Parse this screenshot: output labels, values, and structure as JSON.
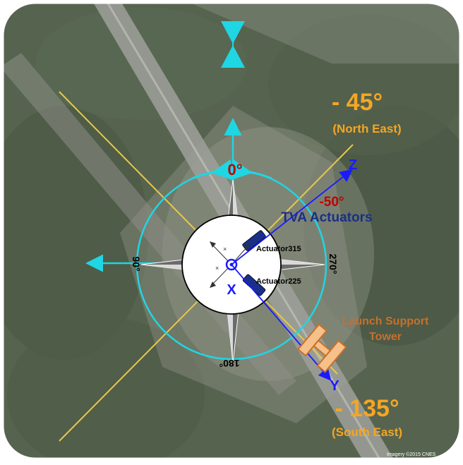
{
  "compass": {
    "top": "0°",
    "left": "90°",
    "right": "270°",
    "bottom": "180°"
  },
  "labels": {
    "ne_angle": "- 45°",
    "ne_caption": "(North East)",
    "se_angle": "- 135°",
    "se_caption": "(South East)",
    "tva_angle": "-50°",
    "tva_title": "TVA Actuators",
    "actuator_a": "Actuator315",
    "actuator_b": "Actuator225",
    "tower_line1": "Launch Support",
    "tower_line2": "Tower",
    "axis_x": "X",
    "axis_y": "Y",
    "axis_z": "Z",
    "imagery_credit": "Imagery ©2015 CNES"
  },
  "colors": {
    "cyan": "#1fd6e3",
    "orange": "#f5a623",
    "red": "#c00000",
    "navy": "#1a2f87",
    "blue": "#1a1aff",
    "tower": "#c8702a",
    "yellow_line": "#e6c84a"
  }
}
